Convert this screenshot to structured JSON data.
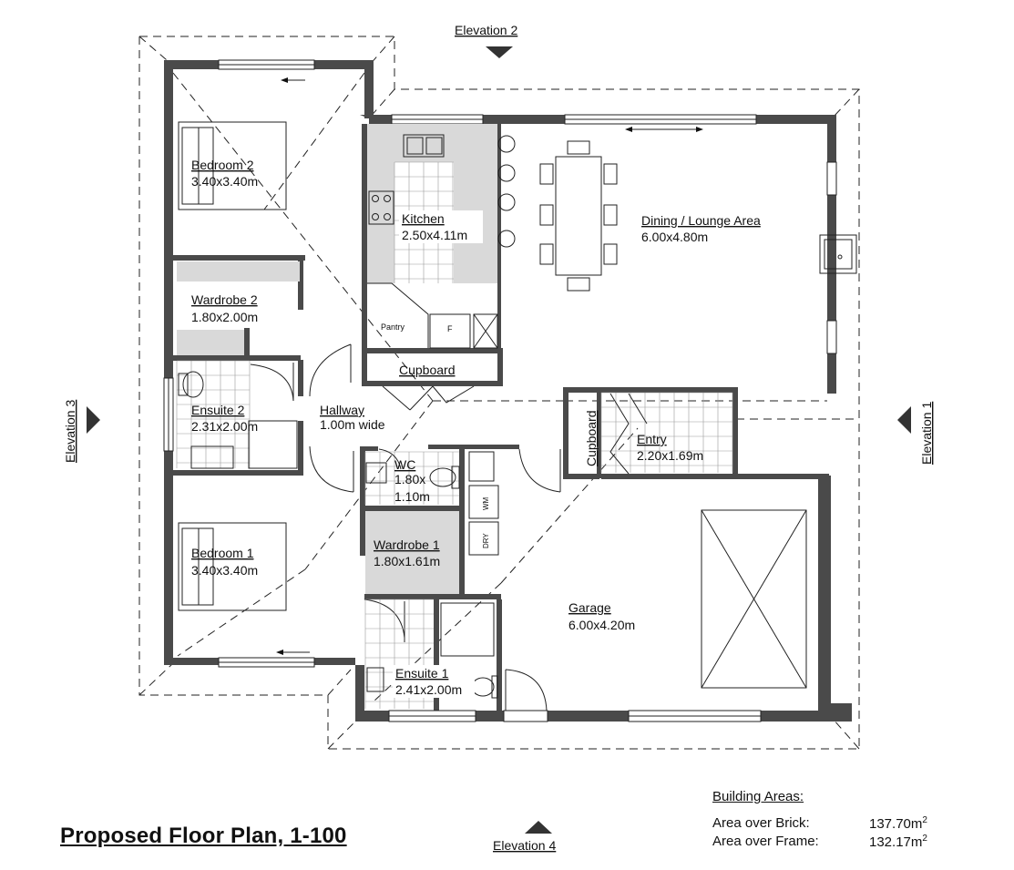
{
  "plan_title": "Proposed Floor Plan,   1-100",
  "elevations": {
    "e1": "Elevation 1",
    "e2": "Elevation 2",
    "e3": "Elevation 3",
    "e4": "Elevation 4"
  },
  "rooms": {
    "bedroom2": {
      "name": "Bedroom 2",
      "size": "3.40x3.40m"
    },
    "kitchen": {
      "name": "Kitchen",
      "size": "2.50x4.11m"
    },
    "dining": {
      "name": "Dining / Lounge Area",
      "size": "6.00x4.80m"
    },
    "wardrobe2": {
      "name": "Wardrobe 2",
      "size": "1.80x2.00m"
    },
    "pantry": {
      "name": "Pantry"
    },
    "fridge": {
      "name": "F"
    },
    "cupboard": {
      "name": "Cupboard"
    },
    "ensuite2": {
      "name": "Ensuite 2",
      "size": "2.31x2.00m"
    },
    "hallway": {
      "name": "Hallway",
      "size": "1.00m wide"
    },
    "entry_cupboard": {
      "name": "Cupboard"
    },
    "entry": {
      "name": "Entry",
      "size": "2.20x1.69m"
    },
    "wc": {
      "name": "WC",
      "size1": "1.80x",
      "size2": "1.10m"
    },
    "wm": {
      "name": "WM"
    },
    "dry": {
      "name": "DRY"
    },
    "bedroom1": {
      "name": "Bedroom 1",
      "size": "3.40x3.40m"
    },
    "wardrobe1": {
      "name": "Wardrobe 1",
      "size": "1.80x1.61m"
    },
    "garage": {
      "name": "Garage",
      "size": "6.00x4.20m"
    },
    "ensuite1": {
      "name": "Ensuite 1",
      "size": "2.41x2.00m"
    }
  },
  "building_areas": {
    "heading": "Building Areas:",
    "brick_label": "Area over Brick:",
    "brick_value": "137.70m",
    "frame_label": "Area over Frame:",
    "frame_value": "132.17m",
    "unit_exponent": "2"
  }
}
